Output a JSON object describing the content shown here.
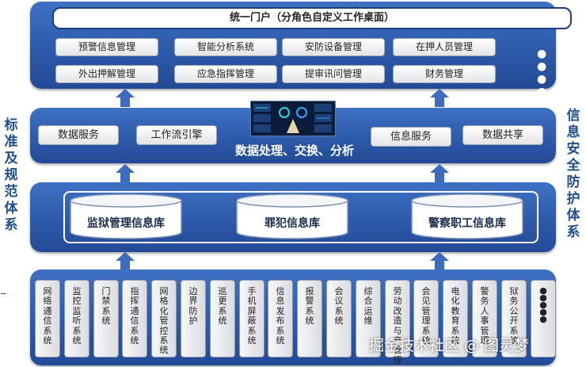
{
  "side_labels": {
    "left": "标准及规范体系",
    "right": "信息安全防护体系"
  },
  "portal": {
    "title": "统一门户（分角色自定义工作桌面）",
    "modules_row1": [
      "预警信息管理",
      "智能分析系统",
      "安防设备管理",
      "在押人员管理"
    ],
    "modules_row2": [
      "外出押解管理",
      "应急指挥管理",
      "提审讯问管理",
      "财务管理"
    ],
    "more": "● ● ● ●"
  },
  "data_layer": {
    "title": "数据处理、交换、分析",
    "services": [
      "数据服务",
      "工作流引擎",
      "信息服务",
      "数据共享"
    ]
  },
  "databases": [
    "监狱管理信息库",
    "罪犯信息库",
    "警察职工信息库"
  ],
  "apps": [
    "网络通信系统",
    "监控监听系统",
    "门禁系统",
    "指挥通信系统",
    "网格化管控系统",
    "边界防护",
    "巡更系统",
    "手机屏蔽系统",
    "信息发布系统",
    "报警系统",
    "会议系统",
    "综合运维",
    "劳动改造与产管理",
    "会见管理系统",
    "电化教育系统",
    "警务人事管理",
    "狱务公开系统",
    "●●●●●"
  ],
  "watermark": "掘金技术社区 @ 图灵梦",
  "colors": {
    "tier_blue": "#2c58a8",
    "side_text": "#1f4e8c",
    "arrow": "#3d6cbf"
  }
}
